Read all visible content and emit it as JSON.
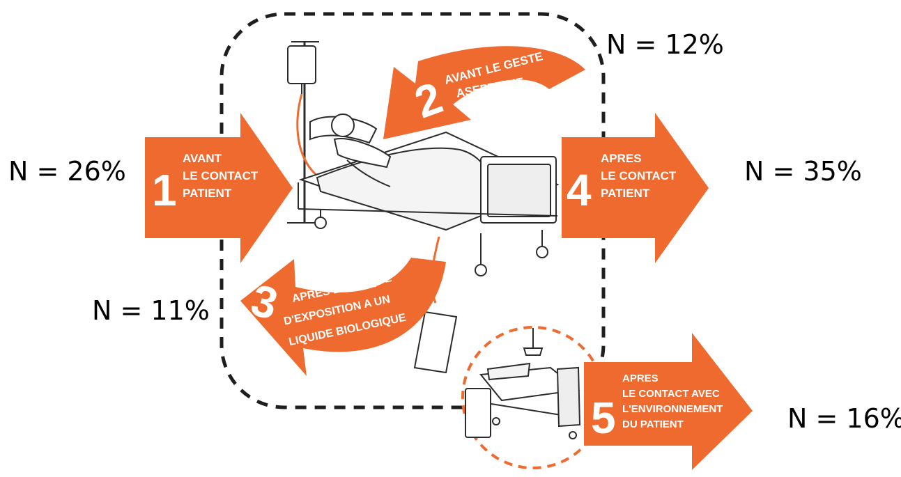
{
  "moments": [
    {
      "number": "1",
      "lines": [
        "AVANT",
        "LE CONTACT",
        "PATIENT"
      ],
      "stat": "N = 26%"
    },
    {
      "number": "2",
      "lines": [
        "AVANT LE GESTE",
        "ASEPTIQUE"
      ],
      "stat": "N = 12%"
    },
    {
      "number": "3",
      "lines": [
        "APRES LE RISQUE",
        "D'EXPOSITION A UN",
        "LIQUIDE BIOLOGIQUE"
      ],
      "stat": "N = 11%"
    },
    {
      "number": "4",
      "lines": [
        "APRES",
        "LE CONTACT",
        "PATIENT"
      ],
      "stat": "N = 35%"
    },
    {
      "number": "5",
      "lines": [
        "APRES",
        "LE CONTACT AVEC",
        "L'ENVIRONNEMENT",
        "DU PATIENT"
      ],
      "stat": "N = 16%"
    }
  ],
  "colors": {
    "accent": "#ee6a2e",
    "dash_zone": "#1e1e1e",
    "line": "#2b2b2b"
  }
}
